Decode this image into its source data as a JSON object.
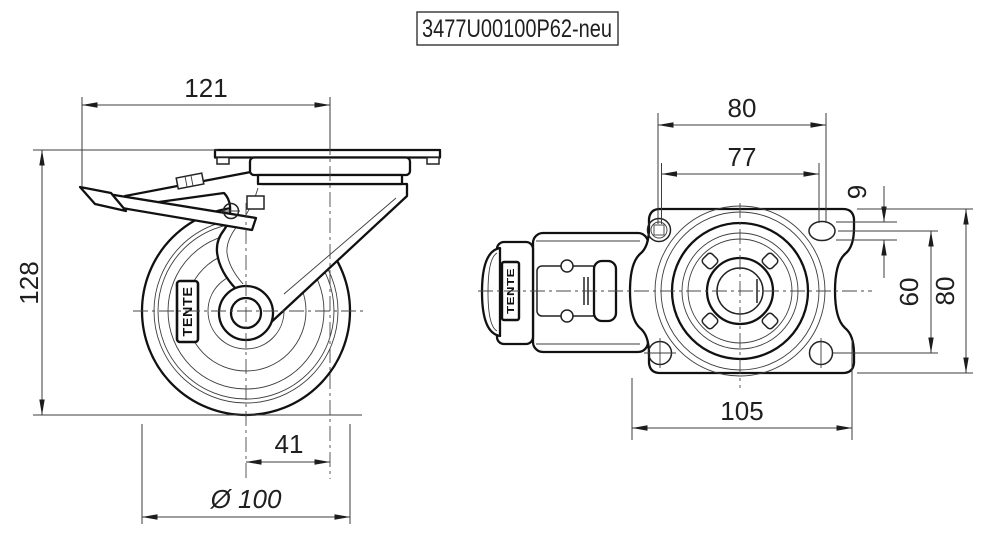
{
  "title": "3477U00100P62-neu",
  "side_view": {
    "dim_top_width": "121",
    "dim_overall_height": "128",
    "dim_swivel_offset": "41",
    "dim_wheel_diameter": "Ø 100",
    "wheel_brand_label": "TENTE"
  },
  "top_view": {
    "dim_bolt_hole_spacing_x": "80",
    "dim_slot_spacing_x": "77",
    "dim_slot_width": "9",
    "dim_bolt_hole_spacing_y": "60",
    "dim_plate_depth": "80",
    "dim_plate_width": "105",
    "pedal_brand_label": "TENTE"
  }
}
